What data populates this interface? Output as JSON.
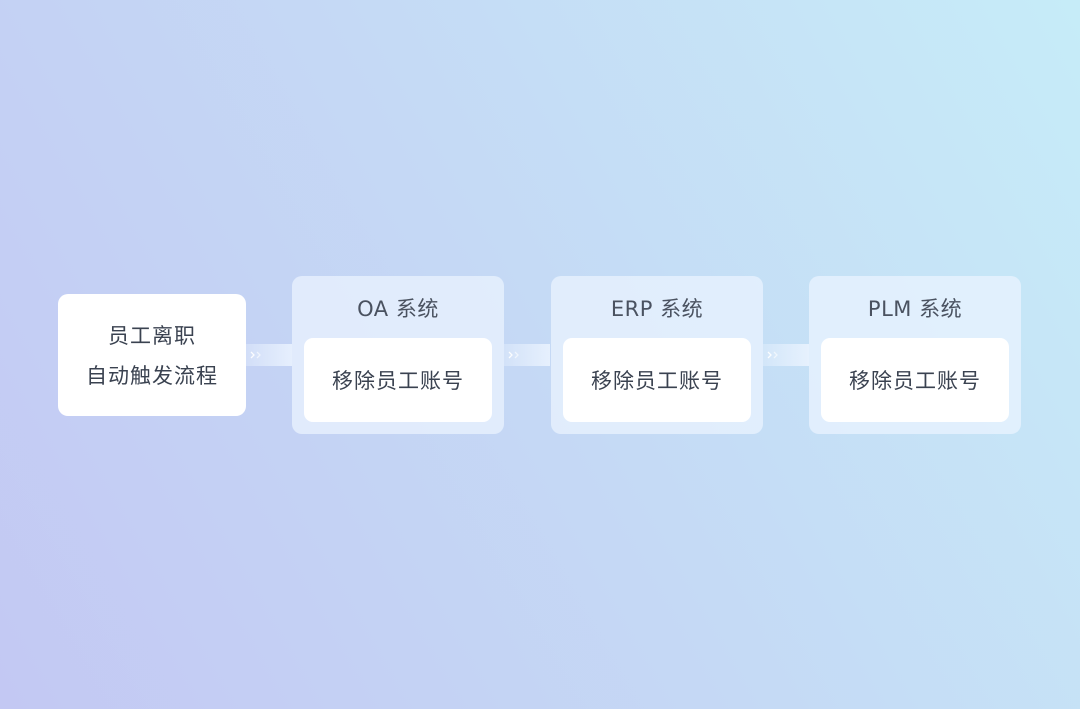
{
  "trigger": {
    "line1": "员工离职",
    "line2": "自动触发流程"
  },
  "systems": [
    {
      "title": "OA 系统",
      "action": "移除员工账号"
    },
    {
      "title": "ERP 系统",
      "action": "移除员工账号"
    },
    {
      "title": "PLM 系统",
      "action": "移除员工账号"
    }
  ],
  "colors": {
    "panel": "#ecf4ff",
    "card": "#ffffff",
    "text": "#3a4250"
  },
  "icons": {
    "connector": "chevron-right-icon"
  }
}
